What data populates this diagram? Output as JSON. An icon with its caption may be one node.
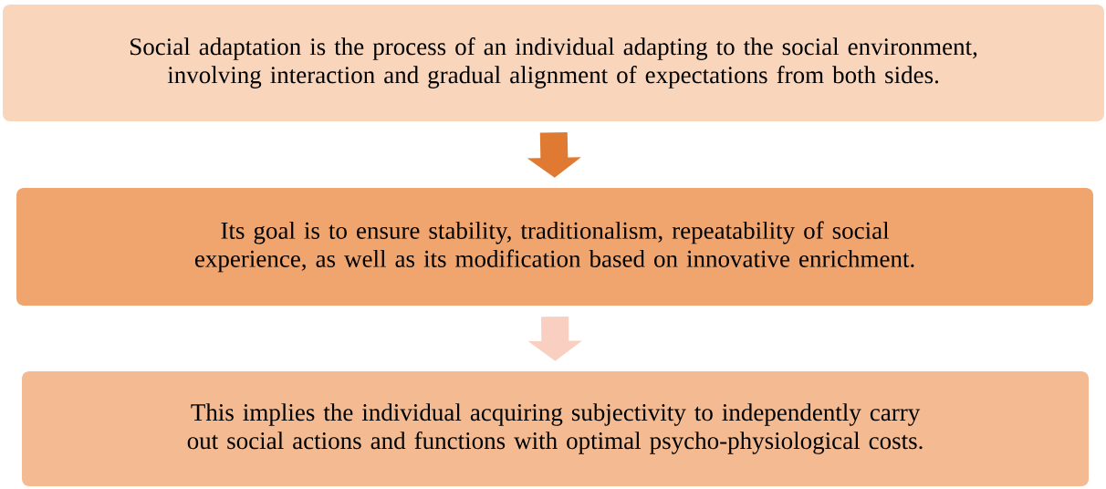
{
  "diagram": {
    "nodes": [
      {
        "text": [
          "Social adaptation is the process of an individual adapting to the social environment, involving interaction and gradual alignment of expectations from both sides."
        ]
      },
      {
        "text": [
          "Its goal is to ensure stability, traditionalism, repeatability of social experience, as well as its modification based on innovative enrichment."
        ]
      },
      {
        "text": [
          "This implies the individual acquiring subjectivity to independently carry out social actions and functions with optimal psycho-physiological costs."
        ]
      }
    ],
    "edges": [
      {
        "from": 0,
        "to": 1,
        "arrow": "to",
        "color": "#e07a32"
      },
      {
        "from": 1,
        "to": 2,
        "arrow": "to",
        "color": "#f8cfc0"
      }
    ]
  }
}
